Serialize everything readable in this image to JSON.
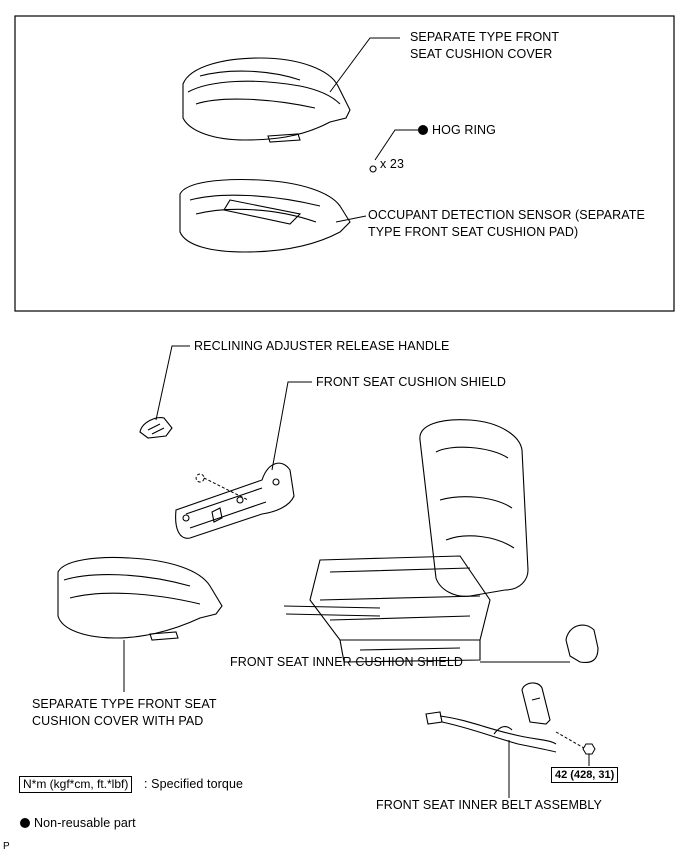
{
  "labels": {
    "cushion_cover_line1": "SEPARATE TYPE FRONT",
    "cushion_cover_line2": "SEAT CUSHION COVER",
    "hog_ring": "HOG RING",
    "hog_ring_qty": "x 23",
    "sensor_line1": "OCCUPANT DETECTION SENSOR (SEPARATE",
    "sensor_line2": "TYPE FRONT SEAT CUSHION PAD)",
    "reclining_handle": "RECLINING ADJUSTER RELEASE HANDLE",
    "cushion_shield": "FRONT SEAT CUSHION SHIELD",
    "inner_cushion_shield": "FRONT SEAT INNER CUSHION SHIELD",
    "cover_with_pad_line1": "SEPARATE TYPE FRONT SEAT",
    "cover_with_pad_line2": "CUSHION COVER WITH PAD",
    "torque_value": "42 (428, 31)",
    "belt_assembly": "FRONT SEAT INNER BELT ASSEMBLY"
  },
  "legend": {
    "torque_unit": "N*m (kgf*cm, ft.*lbf)",
    "torque_desc": ": Specified torque",
    "nonreusable_desc": "Non-reusable part"
  },
  "footer": {
    "code": "P"
  }
}
